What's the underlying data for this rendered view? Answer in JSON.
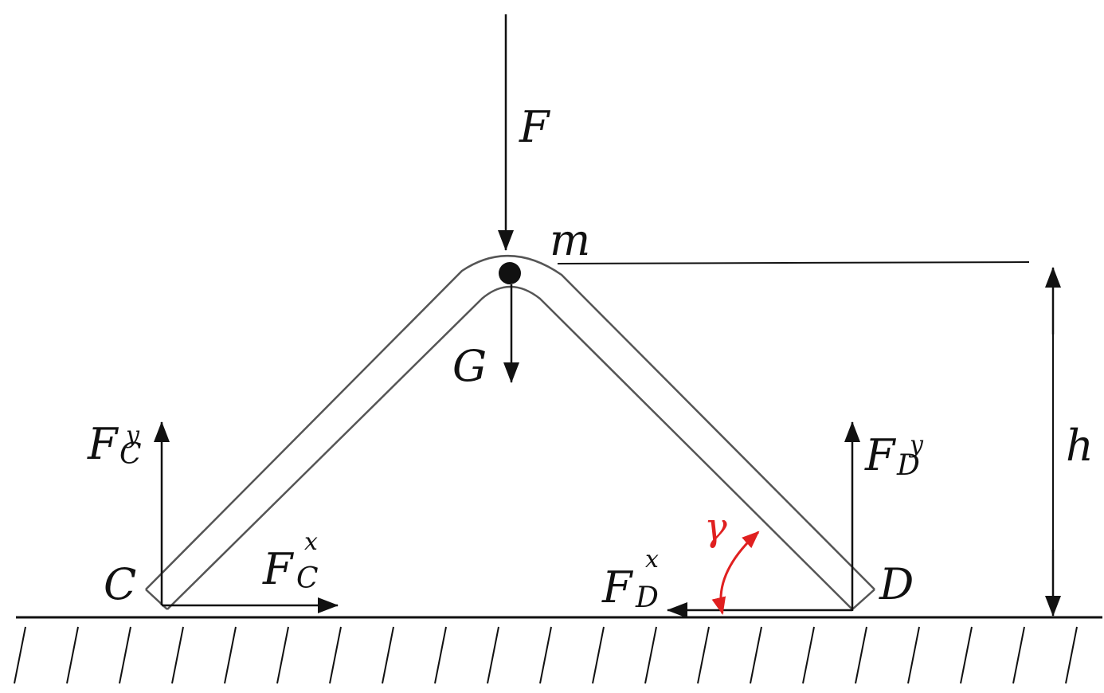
{
  "diagram": {
    "labels": {
      "force_top": "F",
      "mass": "m",
      "gravity": "G",
      "height": "h",
      "point_left": "C",
      "point_right": "D",
      "angle": "γ"
    },
    "reactions": {
      "c_vertical": {
        "base": "F",
        "sub": "C",
        "sup": "y"
      },
      "c_horizontal": {
        "base": "F",
        "sub": "C",
        "sup": "x"
      },
      "d_vertical": {
        "base": "F",
        "sub": "D",
        "sup": "y"
      },
      "d_horizontal": {
        "base": "F",
        "sub": "D",
        "sup": "x"
      }
    },
    "colors": {
      "ink": "#111111",
      "beam": "#555555",
      "angle_accent": "#e02020"
    }
  }
}
